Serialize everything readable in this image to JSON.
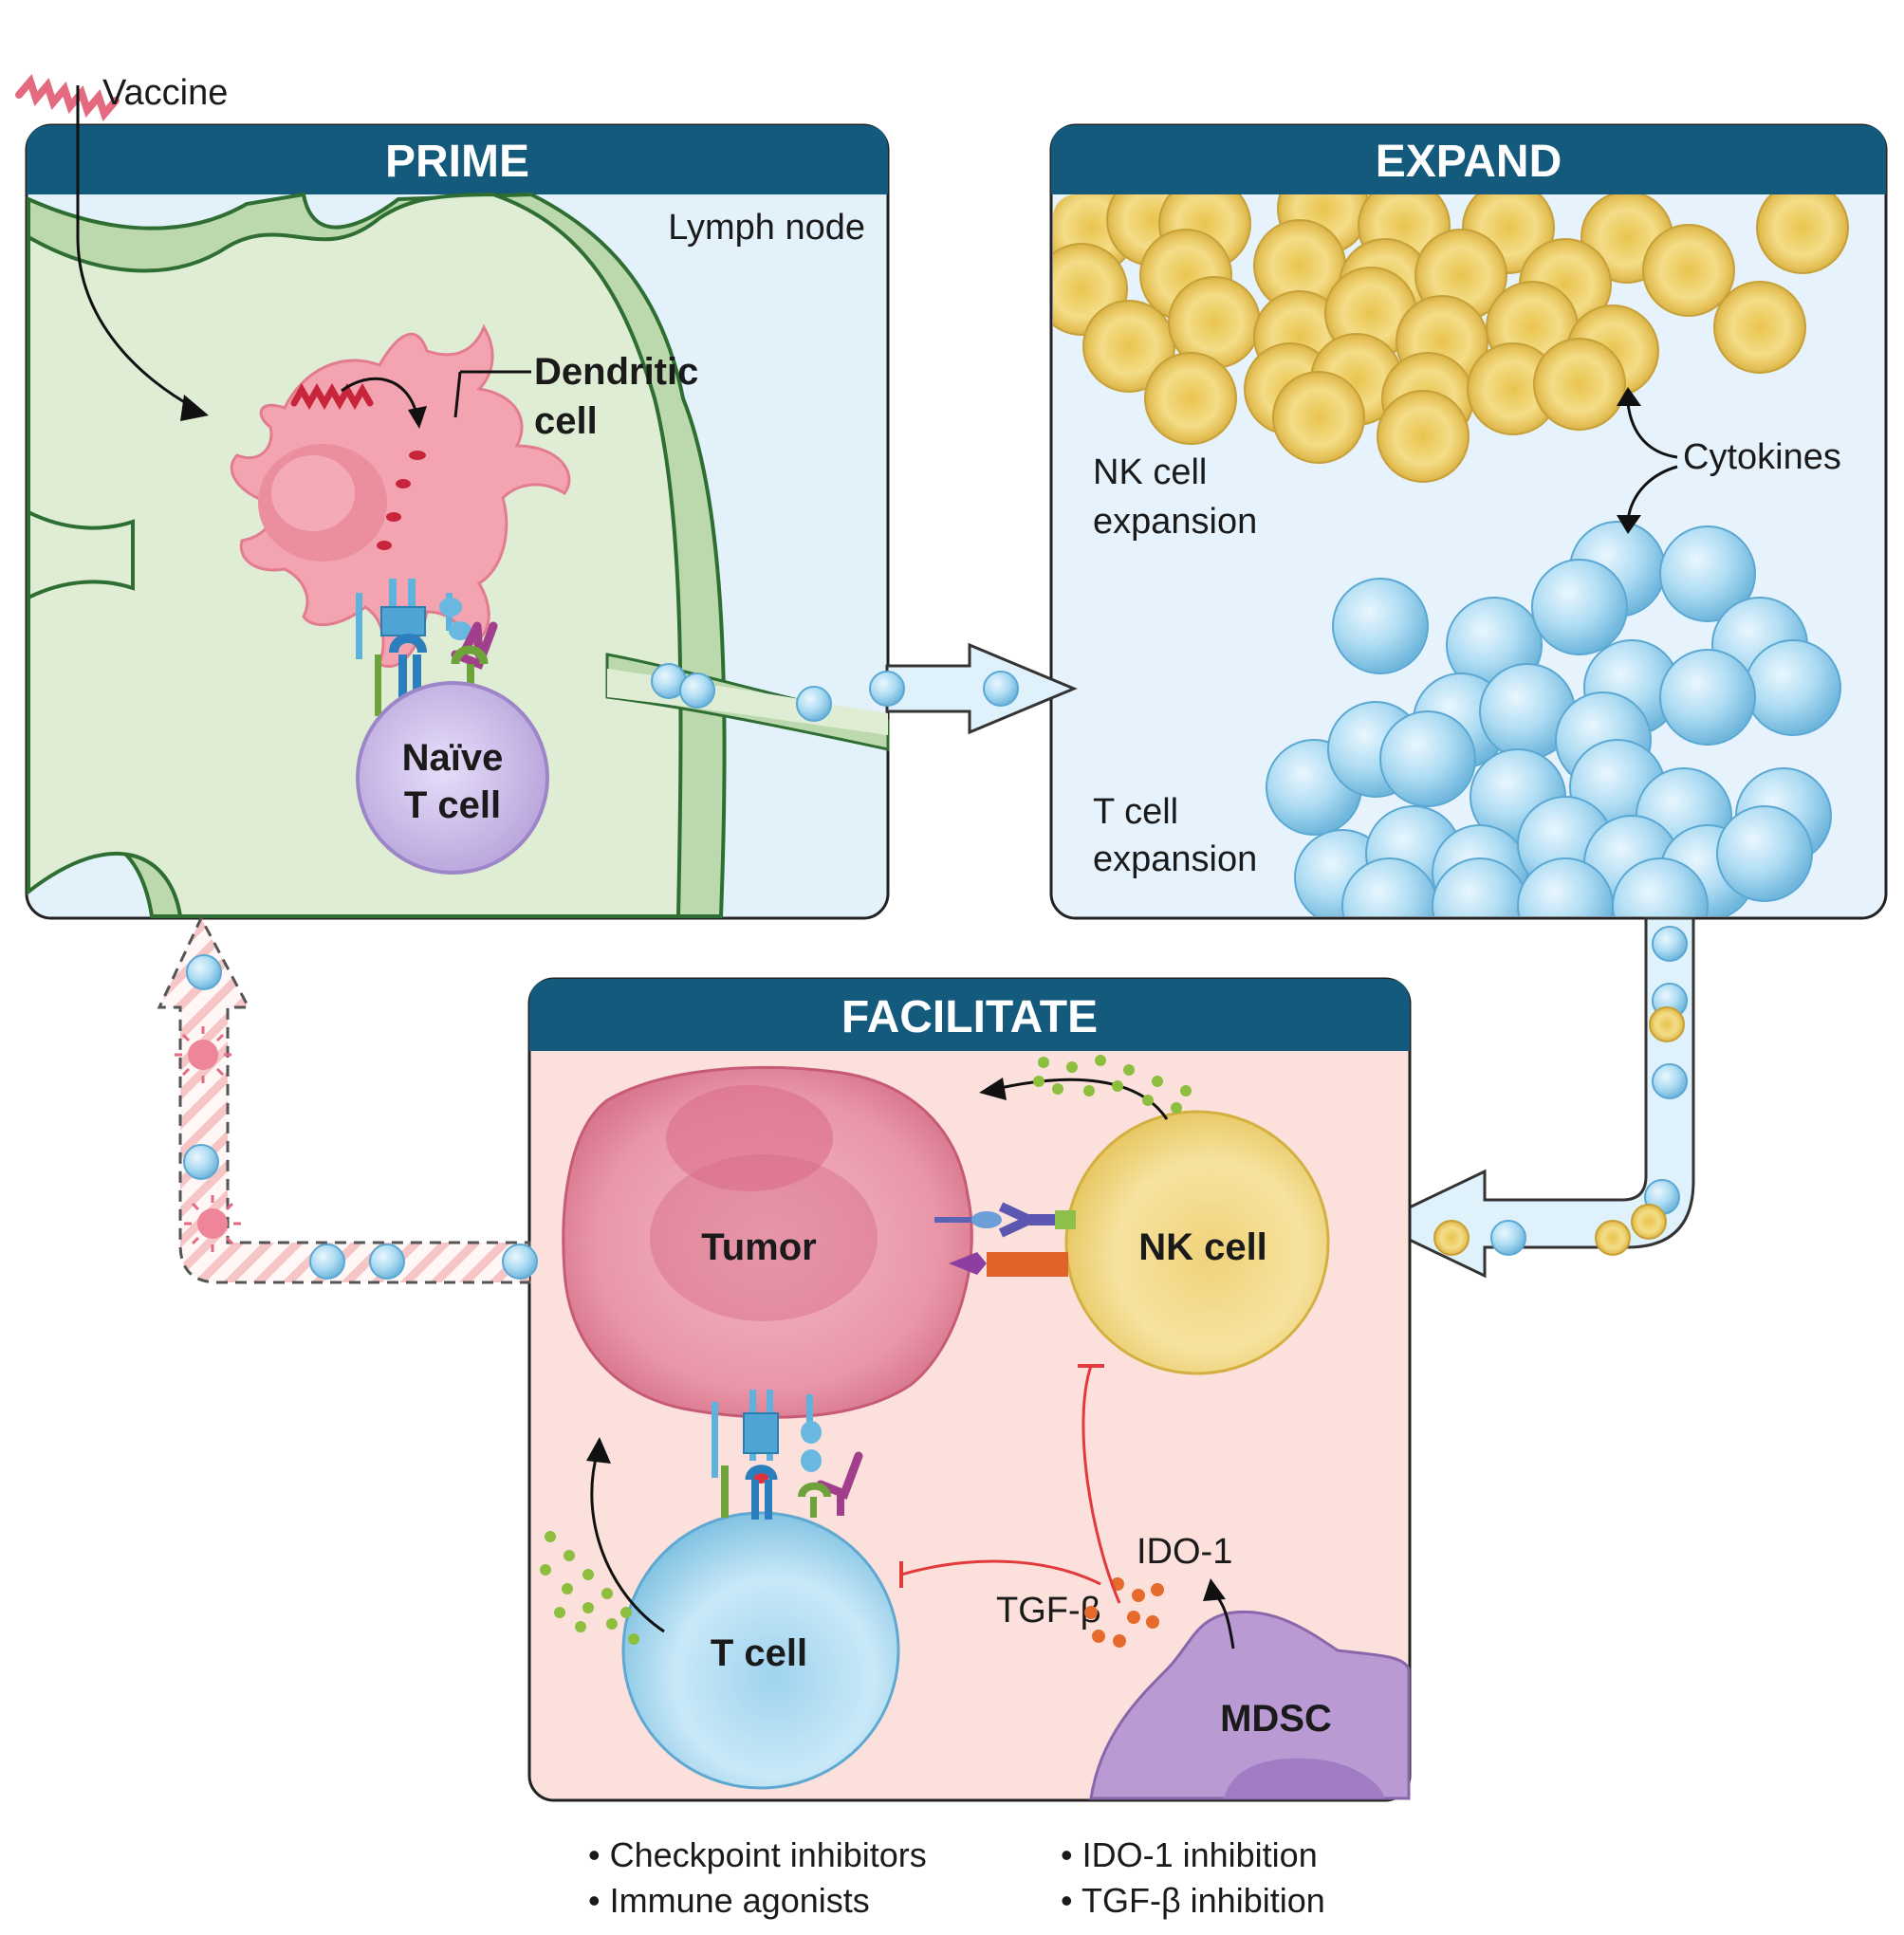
{
  "panels": {
    "prime": {
      "title": "PRIME",
      "location": "Lymph node"
    },
    "expand": {
      "title": "EXPAND"
    },
    "facilitate": {
      "title": "FACILITATE"
    }
  },
  "labels": {
    "vaccine": "Vaccine",
    "dendritic_cell_line1": "Dendritic",
    "dendritic_cell_line2": "cell",
    "naive_t_cell_line1": "Naïve",
    "naive_t_cell_line2": "T cell",
    "nk_expansion_line1": "NK cell",
    "nk_expansion_line2": "expansion",
    "t_expansion_line1": "T cell",
    "t_expansion_line2": "expansion",
    "cytokines": "Cytokines",
    "tumor": "Tumor",
    "nk_cell": "NK cell",
    "t_cell": "T cell",
    "ido1": "IDO-1",
    "tgfb": "TGF-β",
    "mdsc": "MDSC"
  },
  "bullets": {
    "left": [
      "Checkpoint inhibitors",
      "Immune agonists"
    ],
    "right": [
      "IDO-1 inhibition",
      "TGF-β inhibition"
    ]
  },
  "colors": {
    "header": "#145a7c",
    "prime_bg": "#e3f1fb",
    "lymph_node": "#deedd4",
    "expand_bg": "#e6f3fc",
    "facilitate_bg": "#fbe0dc",
    "nk_cell": "#e8c75e",
    "t_cell": "#a8d8f0",
    "tumor": "#e07f95",
    "dendritic": "#f3a4b0",
    "naive_t": "#c5b4e0",
    "mdsc": "#b99ad3",
    "inhibition": "#e23a3a"
  }
}
